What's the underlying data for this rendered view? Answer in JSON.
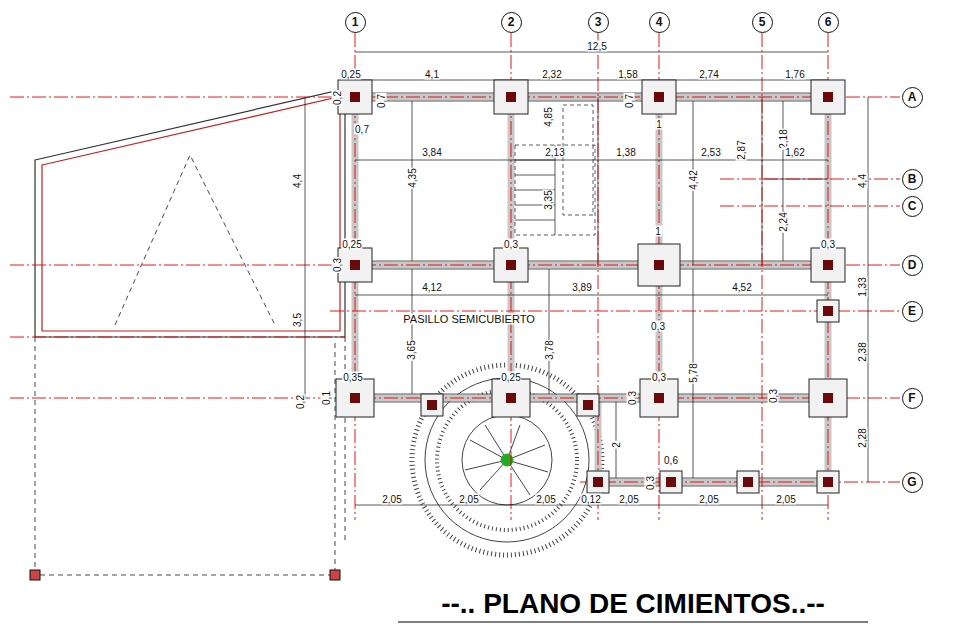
{
  "diagram": {
    "title": "--.. PLANO DE CIMIENTOS..--",
    "nodes": [
      {
        "text": [
          "1"
        ]
      },
      {
        "text": [
          "2"
        ]
      },
      {
        "text": [
          "3"
        ]
      },
      {
        "text": [
          "4"
        ]
      },
      {
        "text": [
          "5"
        ]
      },
      {
        "text": [
          "6"
        ]
      },
      {
        "text": [
          "A"
        ]
      },
      {
        "text": [
          "B"
        ]
      },
      {
        "text": [
          "C"
        ]
      },
      {
        "text": [
          "D"
        ]
      },
      {
        "text": [
          "E"
        ]
      },
      {
        "text": [
          "F"
        ]
      },
      {
        "text": [
          "G"
        ]
      }
    ],
    "labels": [
      "12,5",
      "0,25",
      "4,1",
      "2,32",
      "1,58",
      "2,74",
      "1,76",
      "0,2",
      "0,7",
      "0,7",
      "4,85",
      "0,7",
      "1",
      "2,18",
      "2,87",
      "3,84",
      "2,13",
      "1,38",
      "2,53",
      "1,62",
      "4,4",
      "4,35",
      "3,35",
      "4,42",
      "4,4",
      "2,24",
      "0,25",
      "0,3",
      "0,3",
      "1",
      "0,3",
      "4,12",
      "3,89",
      "4,52",
      "1,33",
      "PASILLO SEMICUBIERTO",
      "3,5",
      "0,3",
      "3,65",
      "3,78",
      "5,78",
      "2,38",
      "0,35",
      "0,25",
      "0,3",
      "0,3",
      "0,3",
      "0,2",
      "0,1",
      "2",
      "2,28",
      "0,6",
      "0,3",
      "2,05",
      "2,05",
      "2,05",
      "0,12",
      "2,05",
      "2,05",
      "2,05"
    ]
  }
}
